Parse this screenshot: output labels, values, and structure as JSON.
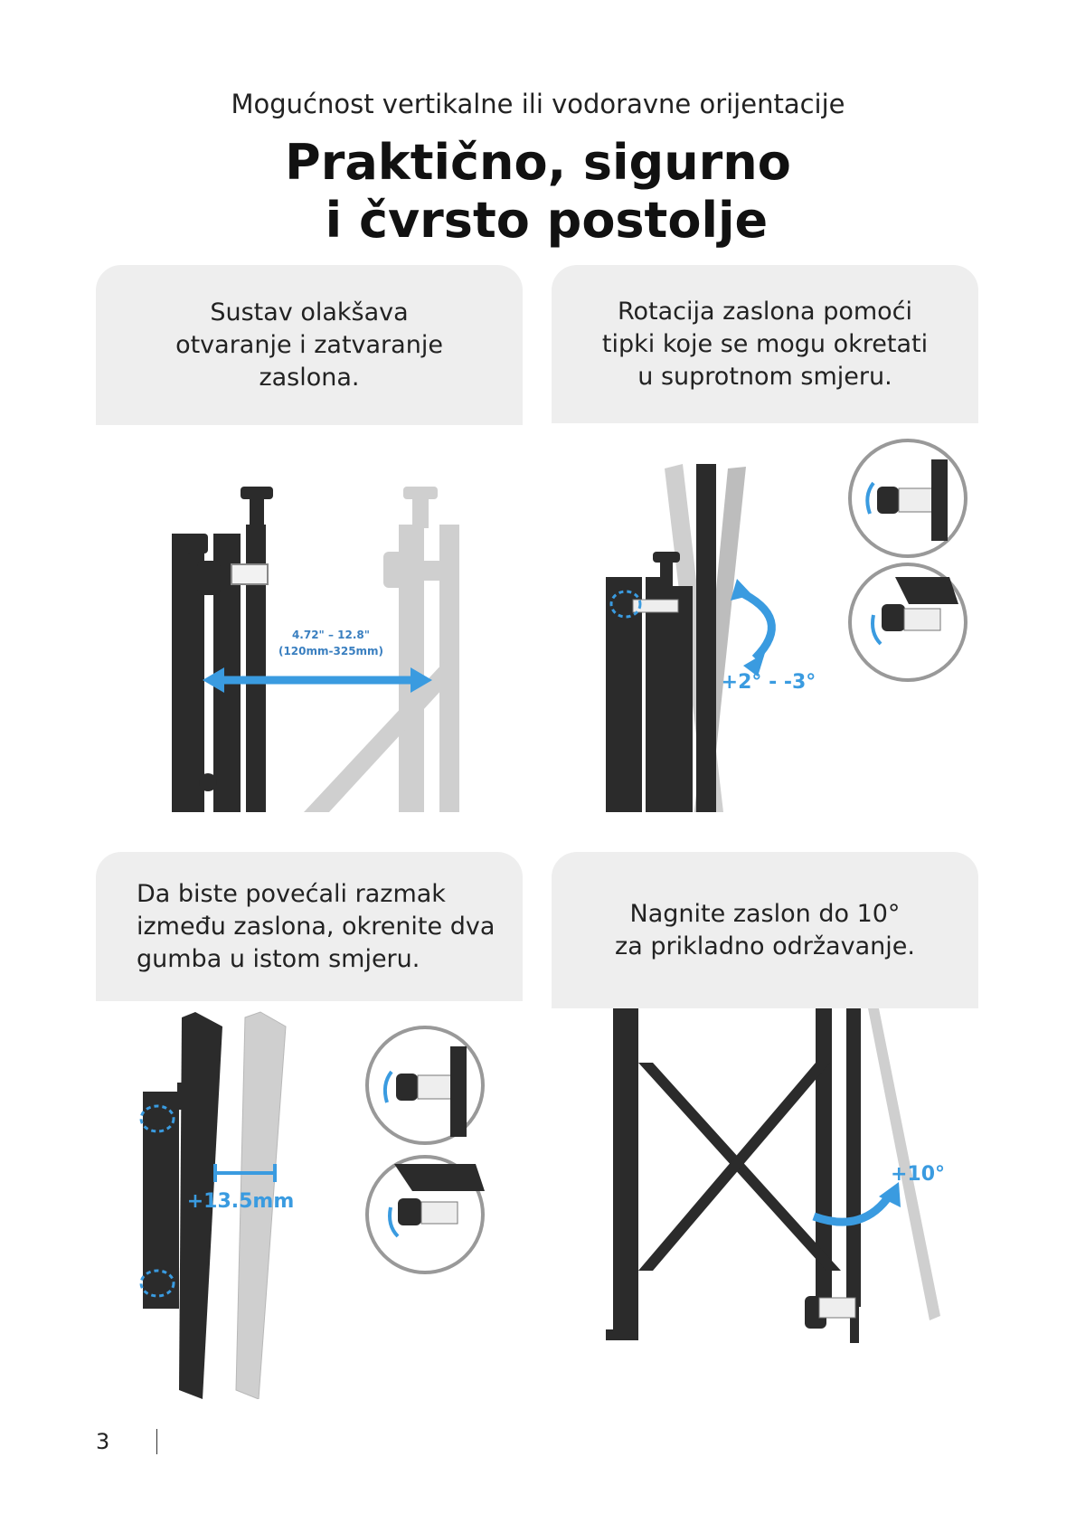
{
  "header": {
    "subtitle": "Mogućnost vertikalne ili vodoravne orijentacije",
    "title_line1": "Praktično, sigurno",
    "title_line2": " i čvrsto postolje"
  },
  "cards": [
    {
      "text": "Sustav olakšava\notvaranje i zatvaranje zaslona.",
      "labels": {
        "range_in": "4.72\" – 12.8\"",
        "range_mm": "(120mm-325mm)"
      }
    },
    {
      "text": "Rotacija zaslona pomoći\ntipki koje se mogu okretati\nu suprotnom smjeru.",
      "labels": {
        "angle": "+2° - -3°"
      }
    },
    {
      "text": "Da biste povećali razmak\nizmeđu zaslona, okrenite dva\ngumba u istom smjeru.",
      "labels": {
        "gap": "+13.5mm"
      }
    },
    {
      "text": "Nagnite zaslon do 10°\nza prikladno održavanje.",
      "labels": {
        "tilt": "+10°"
      }
    }
  ],
  "footer": {
    "page_number": "3"
  },
  "colors": {
    "accent": "#3a9be0",
    "dark_metal": "#2b2b2b",
    "ghost": "#c8c8c8",
    "card_head": "#eeeeee"
  }
}
